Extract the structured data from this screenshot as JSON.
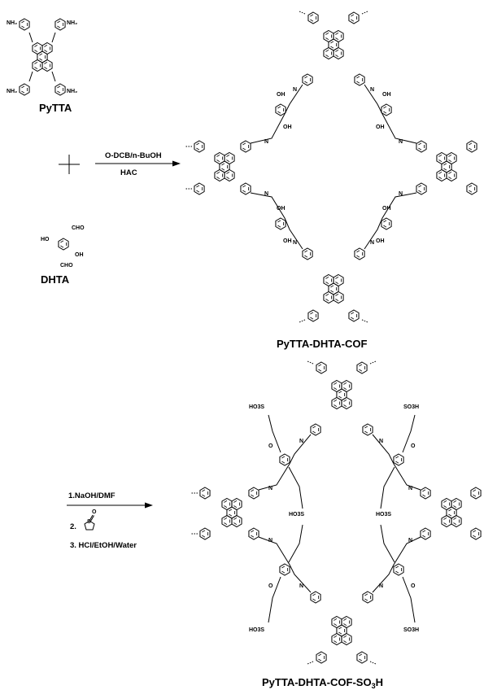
{
  "compounds": {
    "pytta": {
      "name": "PyTTA",
      "group": "NH₂"
    },
    "dhta": {
      "name": "DHTA",
      "cho": "CHO",
      "oh": "OH",
      "ho": "HO"
    }
  },
  "step1": {
    "plus": "+",
    "cond_top": "O-DCB/n-BuOH",
    "cond_bottom": "HAC"
  },
  "cof1": {
    "name": "PyTTA-DHTA-COF",
    "oh": "OH",
    "n": "N"
  },
  "step2": {
    "cond1": "1.NaOH/DMF",
    "cond2_num": "2.",
    "cond2_s": "S",
    "cond2_o": "O",
    "cond3": "3. HCl/EtOH/Water"
  },
  "cof2": {
    "name": "PyTTA-DHTA-COF-SO",
    "name_sub": "3",
    "name_end": "H",
    "sulfo_out": "HO3S",
    "sulfo_out2": "SO3H",
    "o": "O",
    "n": "N"
  }
}
